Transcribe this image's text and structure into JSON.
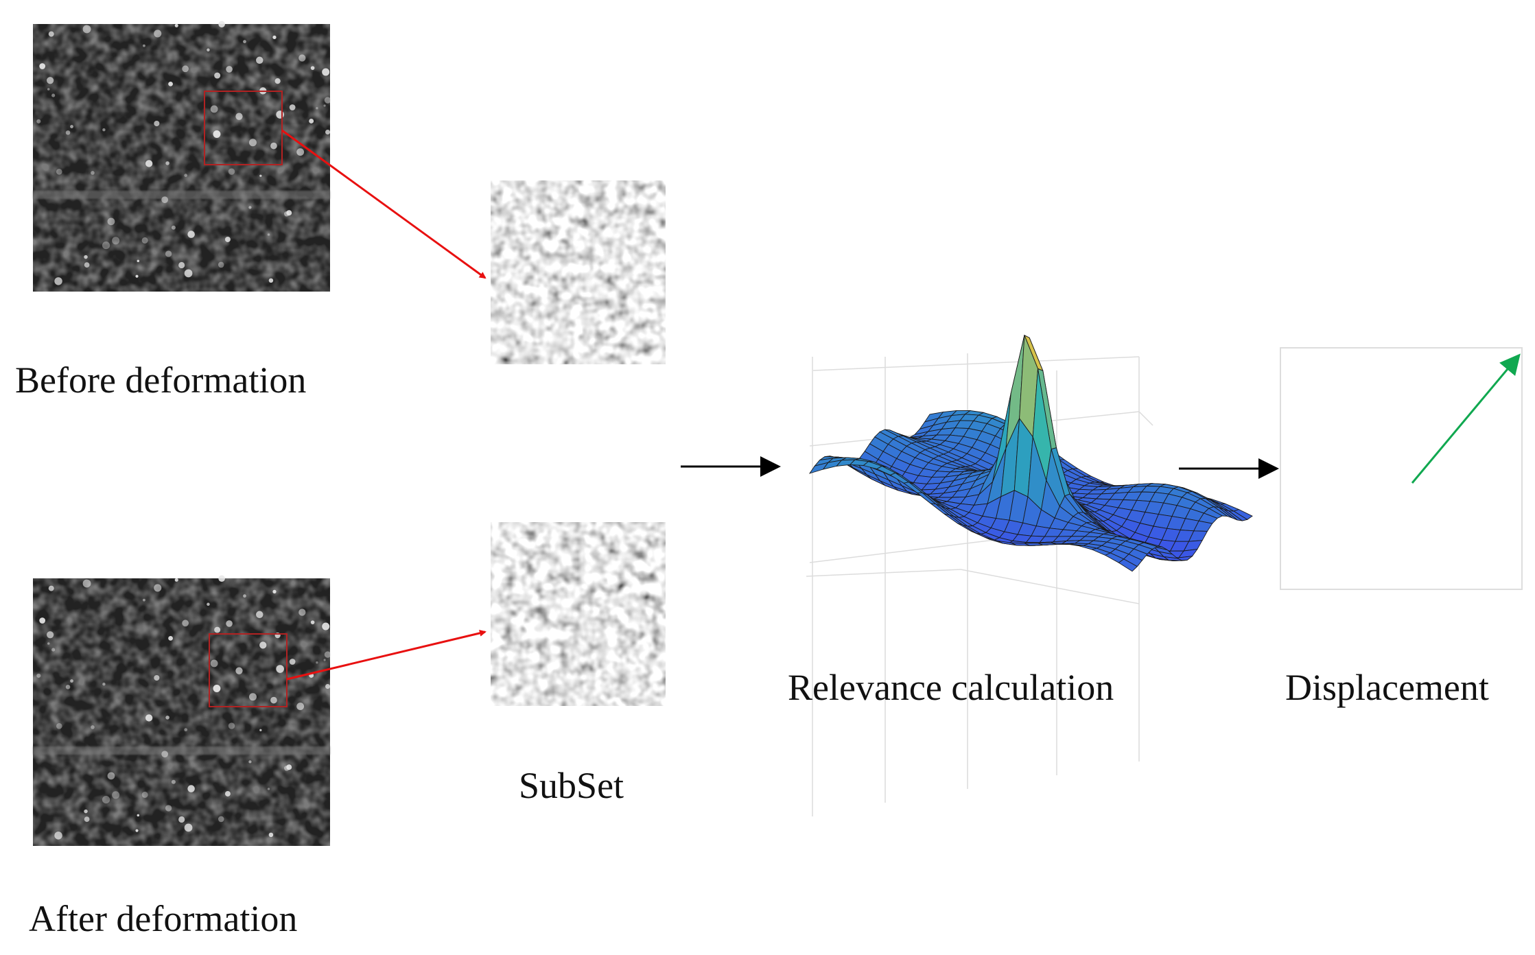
{
  "labels": {
    "before": "Before deformation",
    "after": "After deformation",
    "subset": "SubSet",
    "relevance": "Relevance calculation",
    "displacement": "Displacement"
  },
  "colors": {
    "image_background": "#222222",
    "subset_box": "#b22222",
    "arrow_red": "#e81010",
    "arrow_black": "#000000",
    "arrow_green": "#10a850",
    "grid": "#d9d9d9",
    "surface_low": "#3b57e6",
    "surface_mid": "#29b4b4",
    "surface_high": "#f2c43a"
  },
  "icons": {
    "before_image": "speckle-image",
    "after_image": "speckle-image",
    "subset_before": "speckle-subset",
    "subset_after": "speckle-subset",
    "surface": "correlation-surface",
    "displacement_vector": "vector-arrow"
  }
}
